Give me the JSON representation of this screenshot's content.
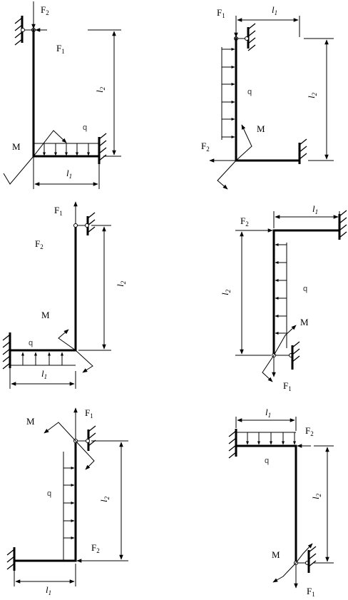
{
  "labels": {
    "F1": "F",
    "F1_sub": "1",
    "F2": "F",
    "F2_sub": "2",
    "M": "M",
    "q": "q",
    "l1": "l",
    "l1_sub": "1",
    "l2": "l",
    "l2_sub": "2"
  }
}
